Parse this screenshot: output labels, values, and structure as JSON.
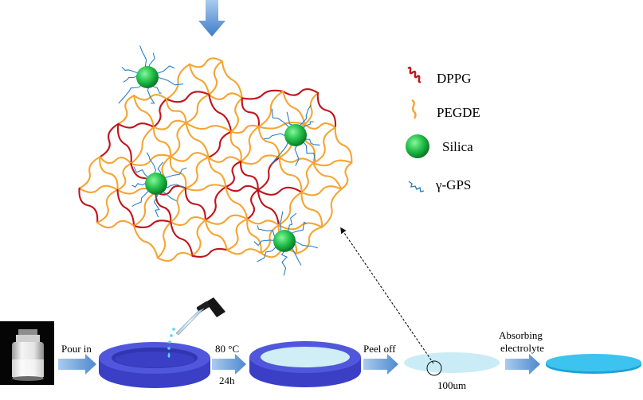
{
  "legend": {
    "items": [
      {
        "key": "dppg",
        "label": "DPPG",
        "icon": "red-chain-icon",
        "color": "#c0151c"
      },
      {
        "key": "pegde",
        "label": "PEGDE",
        "icon": "orange-chain-icon",
        "color": "#f5a533"
      },
      {
        "key": "silica",
        "label": "Silica",
        "icon": "green-sphere-icon",
        "color": "#22c04a"
      },
      {
        "key": "gps",
        "label": "γ-GPS",
        "icon": "blue-strand-icon",
        "color": "#2a7fc4"
      }
    ]
  },
  "process": {
    "step1_label": "Pour in",
    "step2_temp": "80 °C",
    "step2_time": "24h",
    "step3_label": "Peel off",
    "step4_line1": "Absorbing",
    "step4_line2": "electrolyte",
    "thickness_label": "100um"
  },
  "colors": {
    "arrow_fill": "#6fa3d9",
    "mold_side": "#3a3fc6",
    "mold_top": "#5157dc",
    "solution": "#cfeef6",
    "film_light": "#c9ecf7",
    "film_dark": "#3cc3ef"
  }
}
